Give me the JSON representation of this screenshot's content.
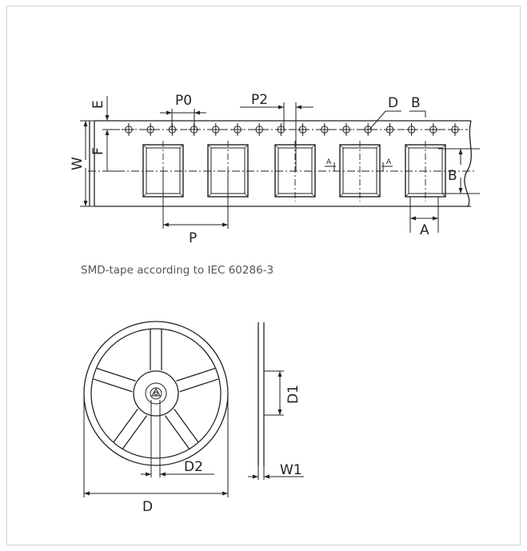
{
  "caption": "SMD-tape according to IEC 60286-3",
  "tape_labels": {
    "E": "E",
    "P0": "P0",
    "P2": "P2",
    "D": "D",
    "B_top": "B",
    "W": "W",
    "F": "F",
    "B_right": "B",
    "A_section_left": "A",
    "A_section_right": "A",
    "P": "P",
    "A": "A"
  },
  "reel_labels": {
    "D1": "D1",
    "D2": "D2",
    "W1": "W1",
    "D": "D"
  }
}
